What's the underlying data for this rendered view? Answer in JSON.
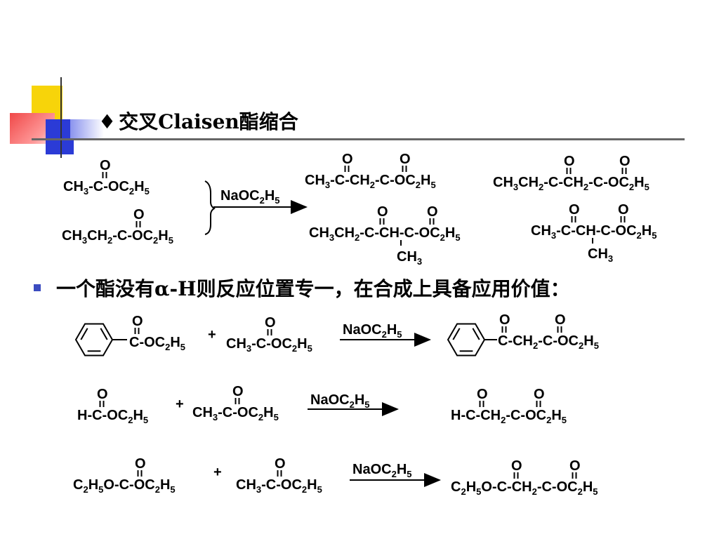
{
  "slide": {
    "title_marker": "♦",
    "title": "交叉Claisen酯缩合",
    "bullet_text": "一个酯没有α-H则反应位置专一，在合成上具备应用价值："
  },
  "reaction1": {
    "reactant_a": "CH3-C-OC2H5",
    "reactant_b": "CH3CH2-C-OC2H5",
    "reagent": "NaOC2H5",
    "product_1": "CH3-C-CH2-C-OC2H5",
    "product_2": "CH3CH2-C-CH2-C-OC2H5",
    "product_3": "CH3CH2-C-CH-C-OC2H5",
    "product_4": "CH3-C-CH-C-OC2H5",
    "methyl_branch": "CH3"
  },
  "reaction2": {
    "reactant_a_tail": "C-OC2H5",
    "reactant_b": "CH3-C-OC2H5",
    "reagent": "NaOC2H5",
    "product_tail": "C-CH2-C-OC2H5"
  },
  "reaction3": {
    "reactant_a": "H-C-OC2H5",
    "reactant_b": "CH3-C-OC2H5",
    "reagent": "NaOC2H5",
    "product": "H-C-CH2-C-OC2H5"
  },
  "reaction4": {
    "reactant_a": "C2H5O-C-OC2H5",
    "reactant_b": "CH3-C-OC2H5",
    "reagent": "NaOC2H5",
    "product": "C2H5O-C-CH2-C-OC2H5"
  },
  "common": {
    "oxygen": "O",
    "plus": "+"
  },
  "colors": {
    "yellow": "#f7d40a",
    "red": "#f04848",
    "blue": "#2b3bd6",
    "bullet": "#3b4cc0"
  }
}
